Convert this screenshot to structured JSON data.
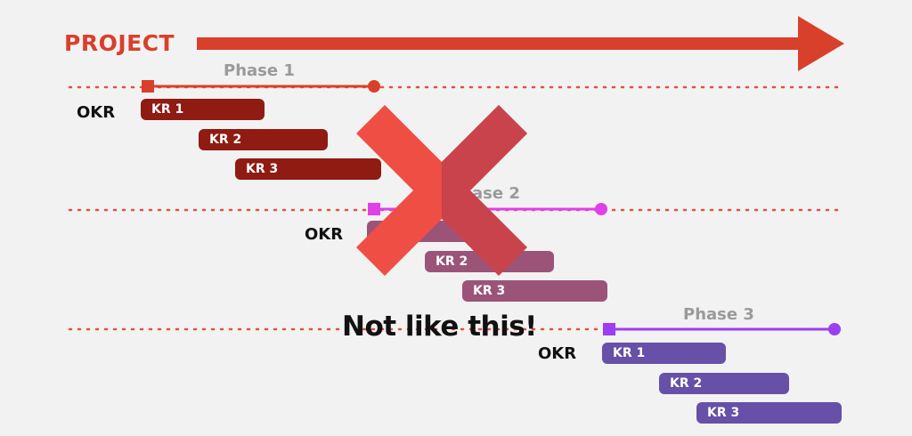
{
  "project": {
    "label": "PROJECT",
    "color": "#d9402b"
  },
  "phases": [
    {
      "label": "Phase 1",
      "color": "#d9402b",
      "okr_label": "OKR",
      "key_results": [
        {
          "label": "KR 1",
          "color": "#8f1b12"
        },
        {
          "label": "KR 2",
          "color": "#8f1b12"
        },
        {
          "label": "KR 3",
          "color": "#8f1b12"
        }
      ]
    },
    {
      "label": "Phase 2",
      "color": "#e040e8",
      "okr_label": "OKR",
      "key_results": [
        {
          "label": "KR 1",
          "color": "#9b5478"
        },
        {
          "label": "KR 2",
          "color": "#9b5478"
        },
        {
          "label": "KR 3",
          "color": "#9b5478"
        }
      ]
    },
    {
      "label": "Phase 3",
      "color": "#9b3ff0",
      "okr_label": "OKR",
      "key_results": [
        {
          "label": "KR 1",
          "color": "#6650a8"
        },
        {
          "label": "KR 2",
          "color": "#6650a8"
        },
        {
          "label": "KR 3",
          "color": "#6650a8"
        }
      ]
    }
  ],
  "dotted_line_color": "#e0533f",
  "cross_mark": {
    "left_color": "#ef4e45",
    "right_color": "#c8434b"
  },
  "caption": "Not like this!"
}
